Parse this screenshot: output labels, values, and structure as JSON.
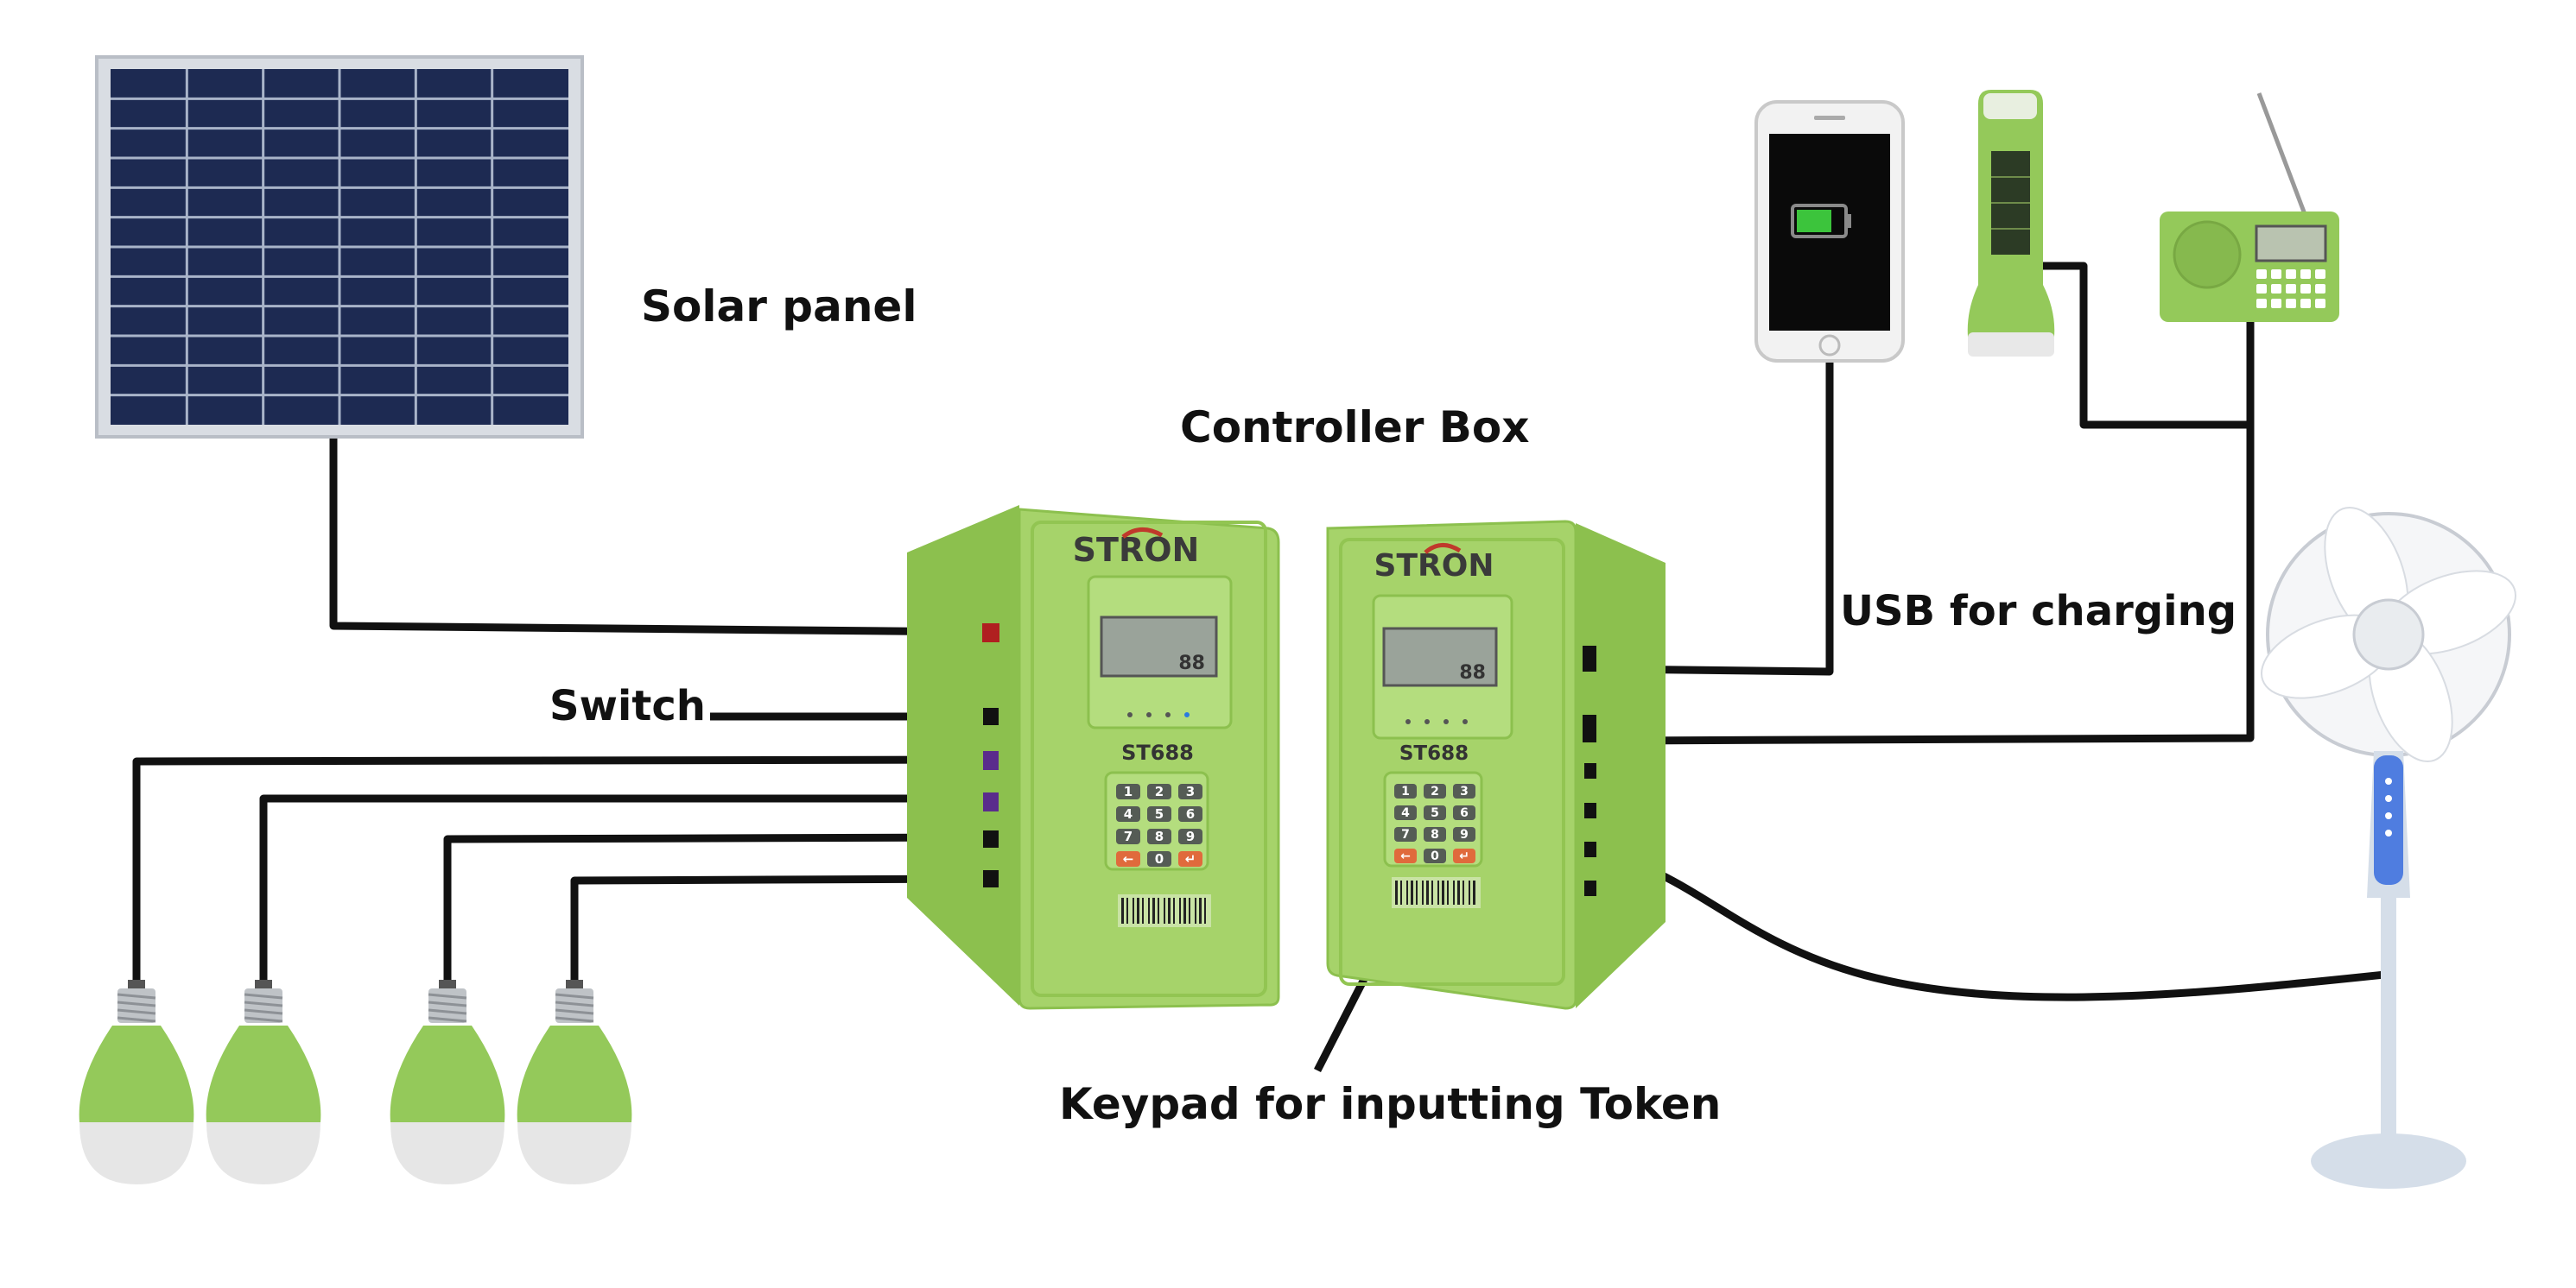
{
  "labels": {
    "solar_panel": "Solar panel",
    "controller_box": "Controller Box",
    "usb_for_charging": "USB for charging",
    "switch": "Switch",
    "keypad": "Keypad for inputting Token"
  },
  "controllers": [
    {
      "brand": "STRON",
      "model": "ST688"
    },
    {
      "brand": "STRON",
      "model": "ST688"
    }
  ],
  "keypad_keys": [
    "1",
    "2",
    "3",
    "4",
    "5",
    "6",
    "7",
    "8",
    "9",
    "←",
    "0",
    "↵"
  ],
  "bulb_count": 4,
  "colors": {
    "device_green": "#a6d36a",
    "device_green_dark": "#8cc04e",
    "bulb_green": "#94c95a",
    "bulb_cap": "#e6e6e6",
    "panel_cell": "#1d2a52",
    "wire": "#111111",
    "fan_blue": "#4f7de0"
  },
  "icons": [
    "solar-panel-icon",
    "controller-box-icon",
    "smartphone-icon",
    "flashlight-icon",
    "radio-icon",
    "fan-icon",
    "light-bulb-icon"
  ]
}
